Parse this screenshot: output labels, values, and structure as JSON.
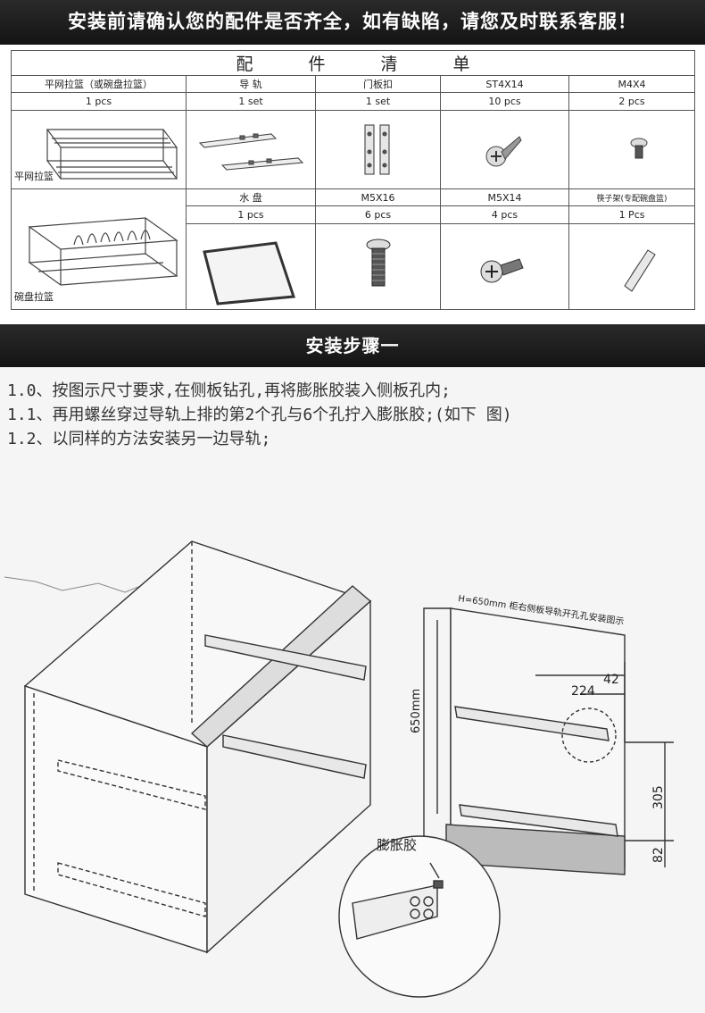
{
  "banners": {
    "top": "安装前请确认您的配件是否齐全，如有缺陷，请您及时联系客服！",
    "step": "安装步骤一"
  },
  "parts_table": {
    "title": "配件清单",
    "row1": {
      "headers": [
        "平网拉篮（或碗盘拉篮）",
        "导 轨",
        "门板扣",
        "ST4X14",
        "M4X4"
      ],
      "quantities": [
        "1 pcs",
        "1 set",
        "1 set",
        "10 pcs",
        "2 pcs"
      ],
      "first_caption": "平网拉篮"
    },
    "row2": {
      "headers": [
        "水 盘",
        "M5X16",
        "M5X14",
        "筷子架(专配碗盘篮)"
      ],
      "quantities": [
        "1 pcs",
        "6 pcs",
        "4 pcs",
        "1 Pcs"
      ],
      "first_caption": "碗盘拉篮"
    }
  },
  "steps": [
    "1.0、按图示尺寸要求,在侧板钻孔,再将膨胀胶装入侧板孔内;",
    "1.1、再用螺丝穿过导轨上排的第2个孔与6个孔拧入膨胀胶;(如下 图)",
    "1.2、以同样的方法安装另一边导轨;"
  ],
  "diagram": {
    "caption": "H=650mm 柜右侧板导轨开孔孔安装图示",
    "height_label": "650mm",
    "dim_224": "224",
    "dim_42": "42",
    "dim_305": "305",
    "dim_82": "82",
    "callout": "膨胀胶"
  }
}
